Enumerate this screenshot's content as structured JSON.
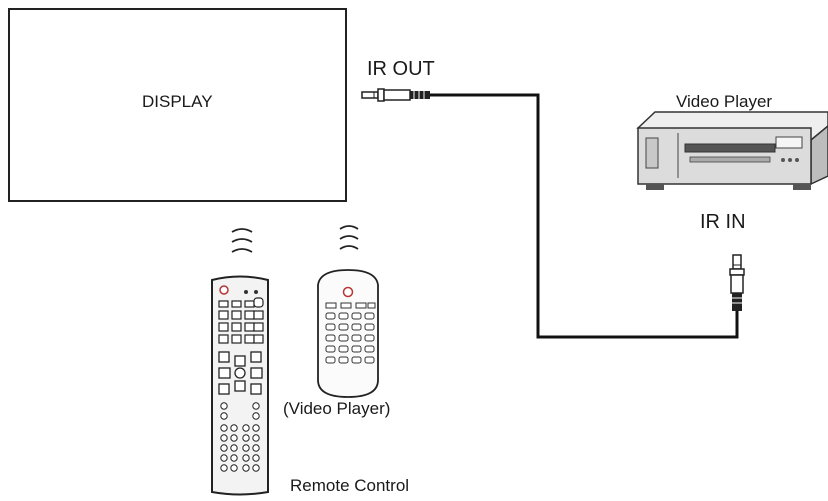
{
  "display": {
    "label": "DISPLAY"
  },
  "ports": {
    "ir_out": "IR OUT",
    "ir_in": "IR IN"
  },
  "devices": {
    "video_player": "Video Player"
  },
  "remotes": {
    "main": "Remote Control",
    "player": "(Video Player)"
  },
  "colors": {
    "stroke": "#1a1a1a",
    "cable": "#111111",
    "player_body": "#d9d9d9",
    "remote_body": "#f2f2f2"
  }
}
